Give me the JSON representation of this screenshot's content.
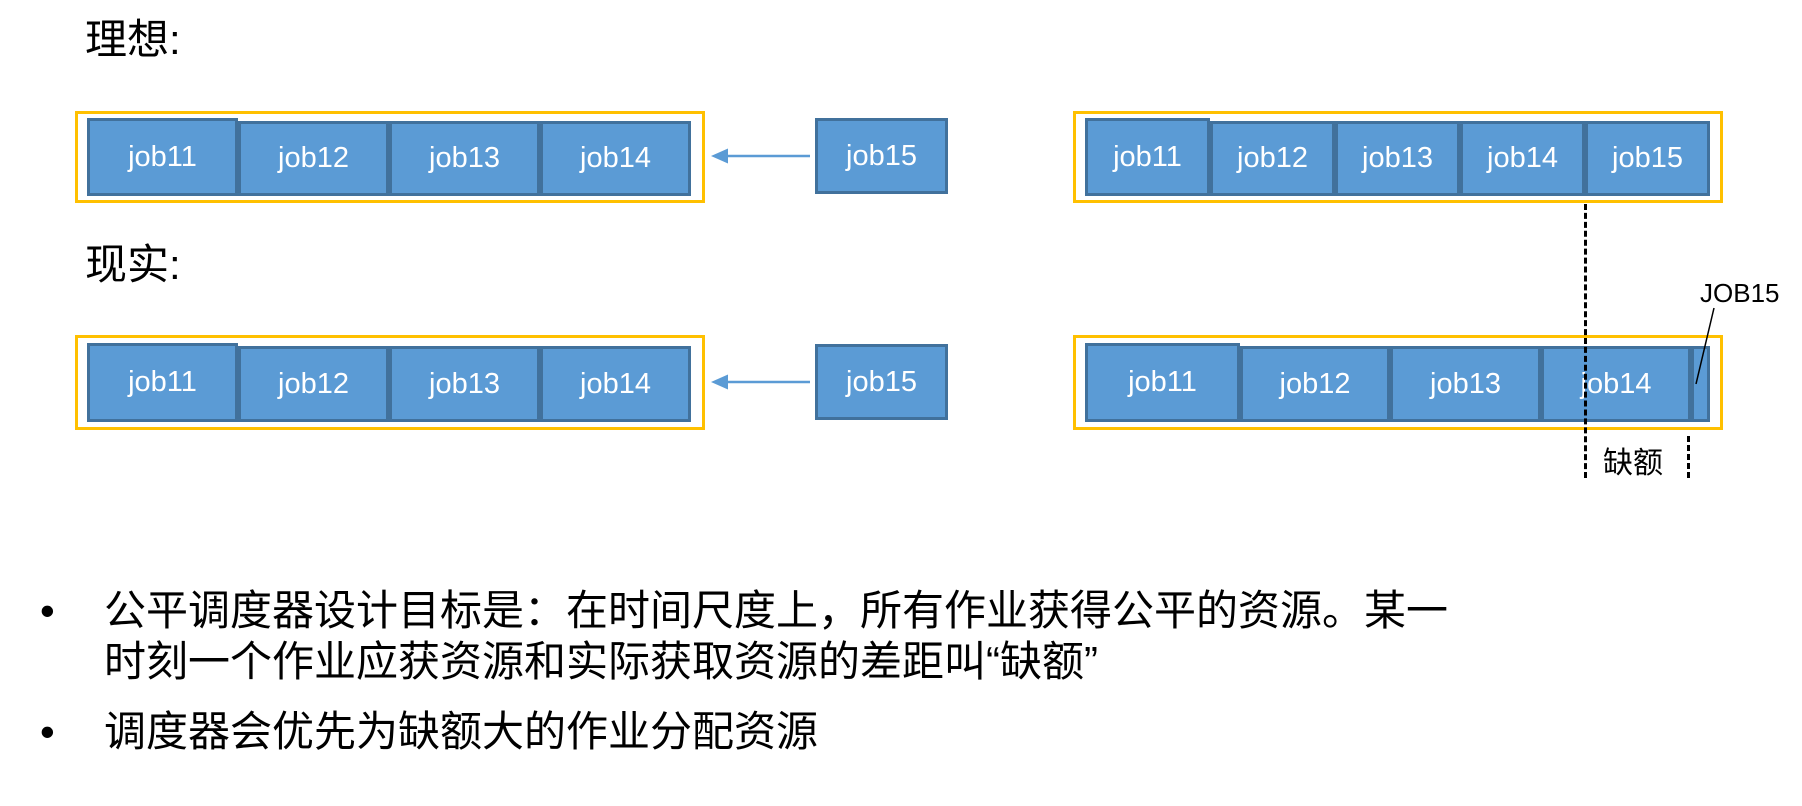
{
  "labels": {
    "ideal": "理想:",
    "reality": "现实:"
  },
  "groups": {
    "ideal_left": {
      "jobs": [
        "job11",
        "job12",
        "job13",
        "job14"
      ]
    },
    "ideal_right": {
      "jobs": [
        "job11",
        "job12",
        "job13",
        "job14",
        "job15"
      ]
    },
    "reality_left": {
      "jobs": [
        "job11",
        "job12",
        "job13",
        "job14"
      ]
    },
    "reality_right": {
      "jobs": [
        "job11",
        "job12",
        "job13",
        "job14"
      ],
      "sliver_job": "job15"
    }
  },
  "pending": {
    "ideal_job": "job15",
    "reality_job": "job15"
  },
  "annotations": {
    "deficit": "缺额",
    "job15_callout": "JOB15"
  },
  "bullets": [
    {
      "marker": "•",
      "lines": [
        "公平调度器设计目标是：在时间尺度上，所有作业获得公平的资源。某一",
        "时刻一个作业应获资源和实际获取资源的差距叫“缺额”"
      ]
    },
    {
      "marker": "•",
      "lines": [
        "调度器会优先为缺额大的作业分配资源"
      ]
    }
  ],
  "colors": {
    "box_fill": "#5B9BD5",
    "box_border": "#41719C",
    "container_border": "#FFC000",
    "arrow": "#5B9BD5",
    "dashed_line": "#000000",
    "text": "#000000"
  }
}
